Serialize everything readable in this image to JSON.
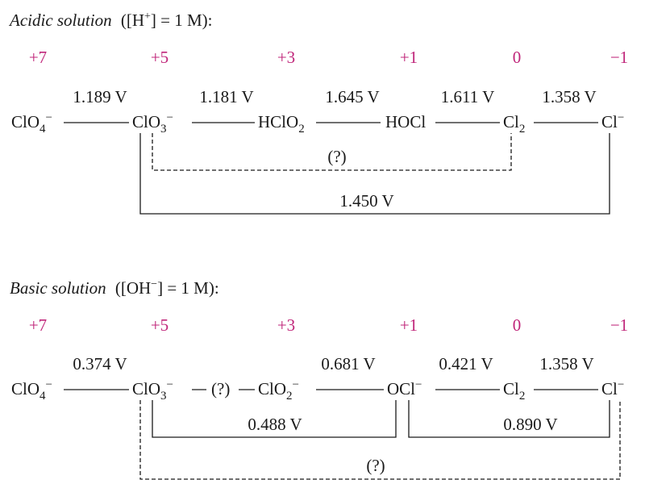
{
  "acidic": {
    "title_italic": "Acidic solution",
    "title_condition": {
      "open": "([H",
      "sup": "+",
      "close": "] = 1 M):"
    },
    "ox_states": [
      "+7",
      "+5",
      "+3",
      "+1",
      "0",
      "−1"
    ],
    "species": [
      {
        "base": "ClO",
        "sub": "4",
        "sup": "−"
      },
      {
        "base": "ClO",
        "sub": "3",
        "sup": "−"
      },
      {
        "base": "HClO",
        "sub": "2",
        "sup": ""
      },
      {
        "base": "HOCl",
        "sub": "",
        "sup": ""
      },
      {
        "base": "Cl",
        "sub": "2",
        "sup": ""
      },
      {
        "base": "Cl",
        "sub": "",
        "sup": "−"
      }
    ],
    "potentials": [
      "1.189 V",
      "1.181 V",
      "1.645 V",
      "1.611 V",
      "1.358 V"
    ],
    "bracket_dashed_label": "(?)",
    "bracket_solid_label": "1.450 V"
  },
  "basic": {
    "title_italic": "Basic solution",
    "title_condition": {
      "open": "([OH",
      "sup": "−",
      "close": "] = 1 M):"
    },
    "ox_states": [
      "+7",
      "+5",
      "+3",
      "+1",
      "0",
      "−1"
    ],
    "species": [
      {
        "base": "ClO",
        "sub": "4",
        "sup": "−"
      },
      {
        "base": "ClO",
        "sub": "3",
        "sup": "−"
      },
      {
        "base": "ClO",
        "sub": "2",
        "sup": "−"
      },
      {
        "base": "OCl",
        "sub": "",
        "sup": "−"
      },
      {
        "base": "Cl",
        "sub": "2",
        "sup": ""
      },
      {
        "base": "Cl",
        "sub": "",
        "sup": "−"
      }
    ],
    "potentials": [
      "0.374 V",
      "0.681 V",
      "0.421 V",
      "1.358 V"
    ],
    "inline_unknown": "(?)",
    "bracket_left_label": "0.488 V",
    "bracket_right_label": "0.890 V",
    "bracket_dashed_label": "(?)"
  },
  "colors": {
    "text": "#1a1a1a",
    "oxidation_state": "#c0267a"
  }
}
